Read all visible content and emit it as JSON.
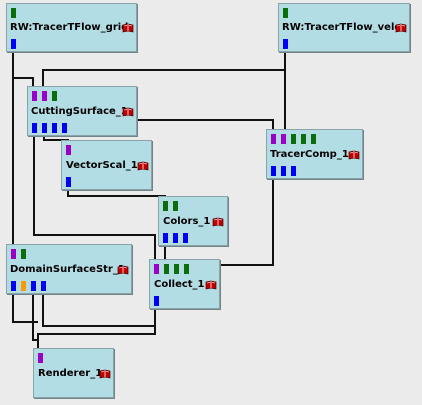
{
  "modules": {
    "rw_grid": {
      "label": "RW:TracerTFlow_grid"
    },
    "rw_velo": {
      "label": "RW:TracerTFlow_velo"
    },
    "cutting_surface": {
      "label": "CuttingSurface_1"
    },
    "tracer_comp": {
      "label": "TracerComp_1"
    },
    "vector_scal": {
      "label": "VectorScal_1"
    },
    "colors": {
      "label": "Colors_1"
    },
    "domain_surface": {
      "label": "DomainSurfaceStr_1"
    },
    "collect": {
      "label": "Collect_1"
    },
    "renderer": {
      "label": "Renderer_1"
    }
  },
  "icons": {
    "module_action": "book-icon"
  },
  "colors": {
    "module_bg": "#b3dde4",
    "port_input_green": "#0a6e0a",
    "port_input_purple": "#9b00c8",
    "port_output_blue": "#0000f5",
    "port_output_orange": "#ff9a00",
    "wire": "#000000",
    "canvas_bg": "#ebebeb"
  }
}
